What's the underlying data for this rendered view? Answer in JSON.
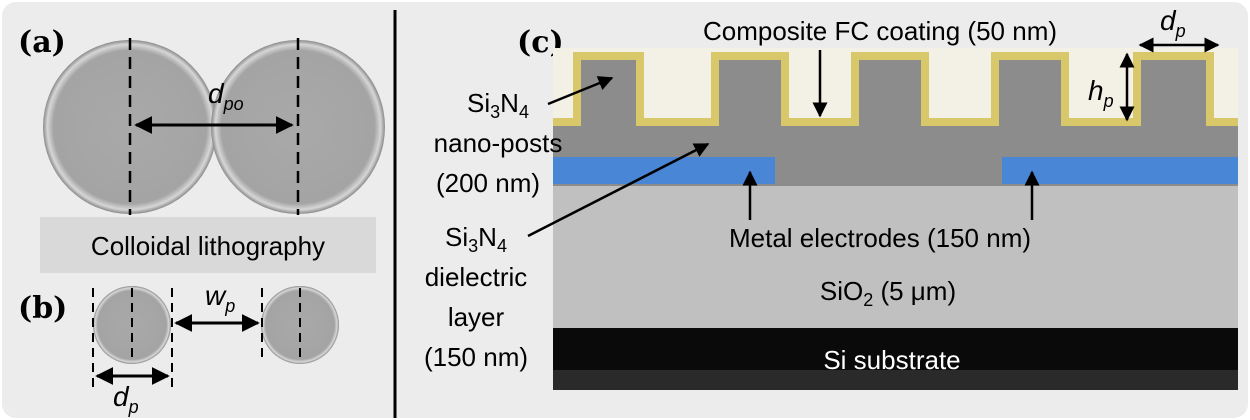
{
  "panels": {
    "a": "(a)",
    "b": "(b)",
    "c": "(c)"
  },
  "panel_a": {
    "spacing_symbol": "d",
    "spacing_subscript": "po",
    "caption": "Colloidal lithography"
  },
  "panel_b": {
    "width_symbol": "w",
    "width_subscript": "p",
    "diameter_symbol": "d",
    "diameter_subscript": "p"
  },
  "panel_c": {
    "coating_label": "Composite FC coating (50 nm)",
    "post_diameter_symbol": "d",
    "post_diameter_subscript": "p",
    "post_height_symbol": "h",
    "post_height_subscript": "p",
    "nanoposts": {
      "line1_prefix": "Si",
      "line1_sub1": "3",
      "line1_mid": "N",
      "line1_sub2": "4",
      "line2": "nano-posts",
      "line3": "(200 nm)"
    },
    "dielectric": {
      "line1_prefix": "Si",
      "line1_sub1": "3",
      "line1_mid": "N",
      "line1_sub2": "4",
      "line2": "dielectric",
      "line3": "layer",
      "line4": "(150 nm)"
    },
    "electrodes_label": "Metal electrodes (150 nm)",
    "oxide": {
      "prefix": "SiO",
      "sub": "2",
      "suffix": " (5 μm)"
    },
    "substrate_label": "Si substrate"
  },
  "colors": {
    "background_panel": "#ececec",
    "coating": "#d8c86a",
    "fill_region": "#f3f1e6",
    "nitride": "#8c8c8c",
    "electrode": "#4a86d6",
    "oxide": "#c0c0c0",
    "substrate": "#0a0a0a"
  }
}
